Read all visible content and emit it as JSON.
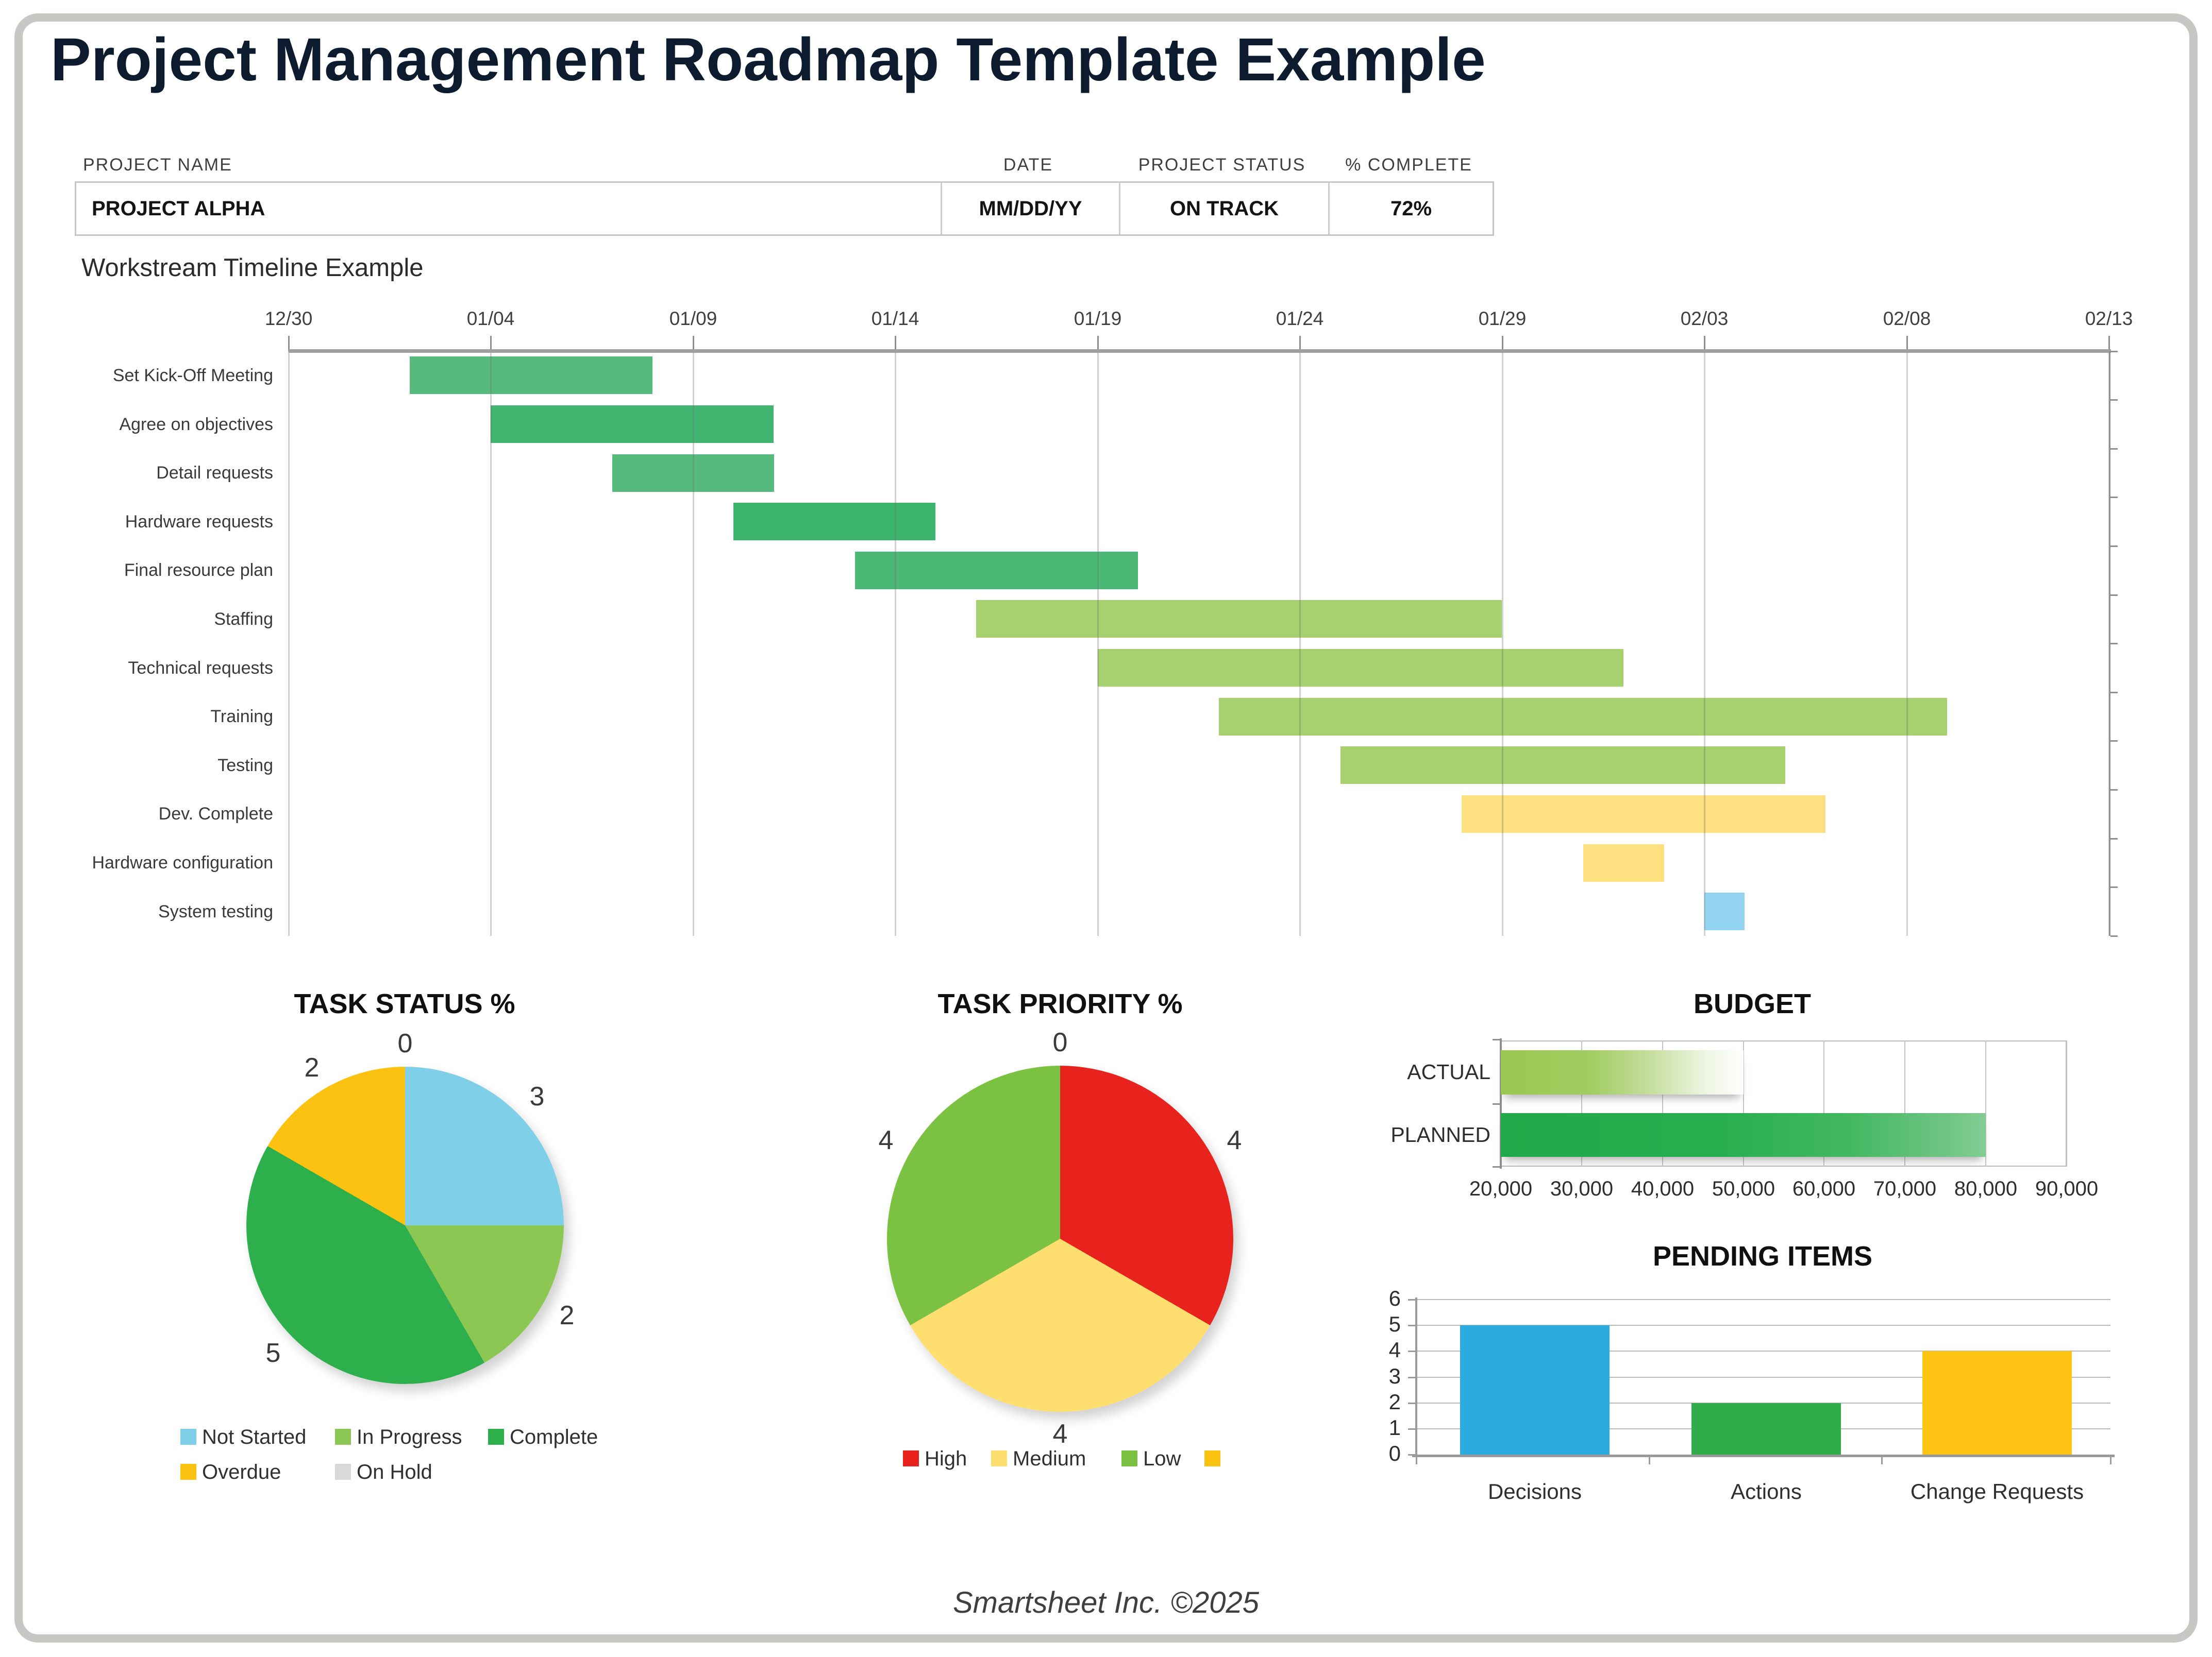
{
  "page": {
    "title": "Project Management Roadmap Template Example",
    "footer": "Smartsheet Inc. ©2025",
    "colors": {
      "border": "#c8c7c4",
      "title_navy": "#0d1b2f"
    }
  },
  "project_info": {
    "headers": [
      "PROJECT NAME",
      "DATE",
      "PROJECT  STATUS",
      "% COMPLETE"
    ],
    "values": [
      "PROJECT ALPHA",
      "MM/DD/YY",
      "ON TRACK",
      "72%"
    ]
  },
  "chart_data": [
    {
      "type": "gantt",
      "title": "Workstream Timeline Example",
      "axis_dates": [
        "12/30",
        "01/04",
        "01/09",
        "01/14",
        "01/19",
        "01/24",
        "01/29",
        "02/03",
        "02/08",
        "02/13"
      ],
      "axis_span_days": 45,
      "tasks": [
        {
          "label": "Set Kick-Off Meeting",
          "start": "01/02",
          "end": "01/08",
          "color": "#57ba7d"
        },
        {
          "label": "Agree on objectives",
          "start": "01/04",
          "end": "01/11",
          "color": "#41b570"
        },
        {
          "label": "Detail requests",
          "start": "01/07",
          "end": "01/11",
          "color": "#57ba7d"
        },
        {
          "label": "Hardware requests",
          "start": "01/10",
          "end": "01/15",
          "color": "#3bb46c"
        },
        {
          "label": "Final resource plan",
          "start": "01/13",
          "end": "01/20",
          "color": "#4cb876"
        },
        {
          "label": "Staffing",
          "start": "01/16",
          "end": "01/29",
          "color": "#a7d06e"
        },
        {
          "label": "Technical requests",
          "start": "01/19",
          "end": "02/01",
          "color": "#a7d06e"
        },
        {
          "label": "Training",
          "start": "01/22",
          "end": "02/09",
          "color": "#a7d06e"
        },
        {
          "label": "Testing",
          "start": "01/25",
          "end": "02/05",
          "color": "#a7d06e"
        },
        {
          "label": "Dev. Complete",
          "start": "01/28",
          "end": "02/06",
          "color": "#ffe081"
        },
        {
          "label": "Hardware configuration",
          "start": "01/31",
          "end": "02/02",
          "color": "#ffe081"
        },
        {
          "label": "System testing",
          "start": "02/03",
          "end": "02/04",
          "color": "#92d4ef"
        }
      ]
    },
    {
      "type": "pie",
      "title": "TASK STATUS %",
      "slices": [
        {
          "label": "Not Started",
          "value": 3,
          "color": "#80cfe9"
        },
        {
          "label": "In Progress",
          "value": 2,
          "color": "#8cc653"
        },
        {
          "label": "Complete",
          "value": 5,
          "color": "#2db04b"
        },
        {
          "label": "Overdue",
          "value": 2,
          "color": "#fcc211"
        },
        {
          "label": "On Hold",
          "value": 0,
          "color": "#d9d9d9"
        }
      ],
      "legend_position": "bottom"
    },
    {
      "type": "pie",
      "title": "TASK PRIORITY %",
      "slices": [
        {
          "label": "High",
          "value": 4,
          "color": "#e8231e"
        },
        {
          "label": "Medium",
          "value": 4,
          "color": "#ffde70"
        },
        {
          "label": "Low",
          "value": 4,
          "color": "#7cc242"
        },
        {
          "label": "",
          "value": 0,
          "color": "#fcc211"
        }
      ],
      "legend_position": "bottom"
    },
    {
      "type": "bar-horizontal",
      "title": "BUDGET",
      "categories": [
        "ACTUAL",
        "PLANNED"
      ],
      "values": [
        50000,
        80000
      ],
      "xlim": [
        20000,
        90000
      ],
      "tick_labels": [
        "20,000",
        "30,000",
        "40,000",
        "50,000",
        "60,000",
        "70,000",
        "80,000",
        "90,000"
      ],
      "bar_colors_start": [
        "#99c851",
        "#1fa94a"
      ],
      "bar_colors_end": [
        "#ffffff",
        "#83cd92"
      ]
    },
    {
      "type": "bar",
      "title": "PENDING ITEMS",
      "categories": [
        "Decisions",
        "Actions",
        "Change Requests"
      ],
      "values": [
        5,
        2,
        4
      ],
      "colors": [
        "#2cabe1",
        "#2ead4a",
        "#ffc414"
      ],
      "ylim": [
        0,
        6
      ],
      "yticks": [
        0,
        1,
        2,
        3,
        4,
        5,
        6
      ],
      "grid": true
    }
  ]
}
